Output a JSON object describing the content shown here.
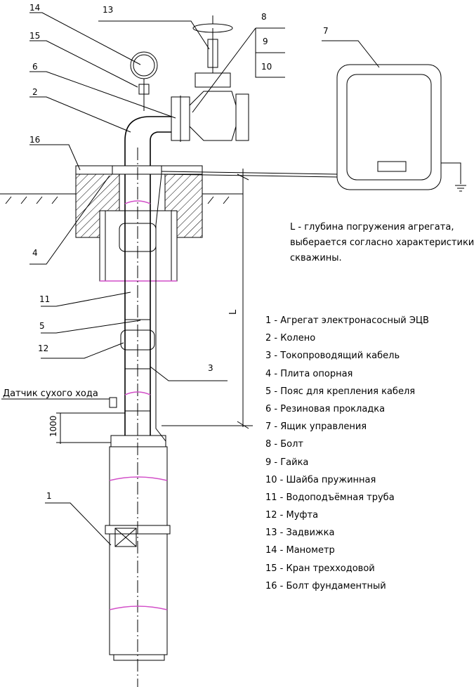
{
  "callouts": [
    "14",
    "13",
    "15",
    "6",
    "2",
    "16",
    "4",
    "11",
    "5",
    "12",
    "3",
    "1",
    "8",
    "9",
    "10",
    "7"
  ],
  "sensor_label": "Датчик сухого хода",
  "dimension_1000": "1000",
  "dimension_L": "L",
  "note_lines": [
    "L - глубина погружения агрегата,",
    "выберается согласно характеристики",
    "скважины."
  ],
  "legend": [
    "1 - Агрегат электронасосный ЭЦВ",
    "2 - Колено",
    "3 - Токопроводящий кабель",
    "4 - Плита опорная",
    "5 - Пояс для крепления кабеля",
    "6 - Резиновая прокладка",
    "7 - Ящик управления",
    "8 - Болт",
    "9 - Гайка",
    "10 - Шайба пружинная",
    "11 - Водоподъёмная труба",
    "12 - Муфта",
    "13 - Задвижка",
    "14 - Манометр",
    "15 - Кран трехходовой",
    "16 - Болт фундаментный"
  ]
}
